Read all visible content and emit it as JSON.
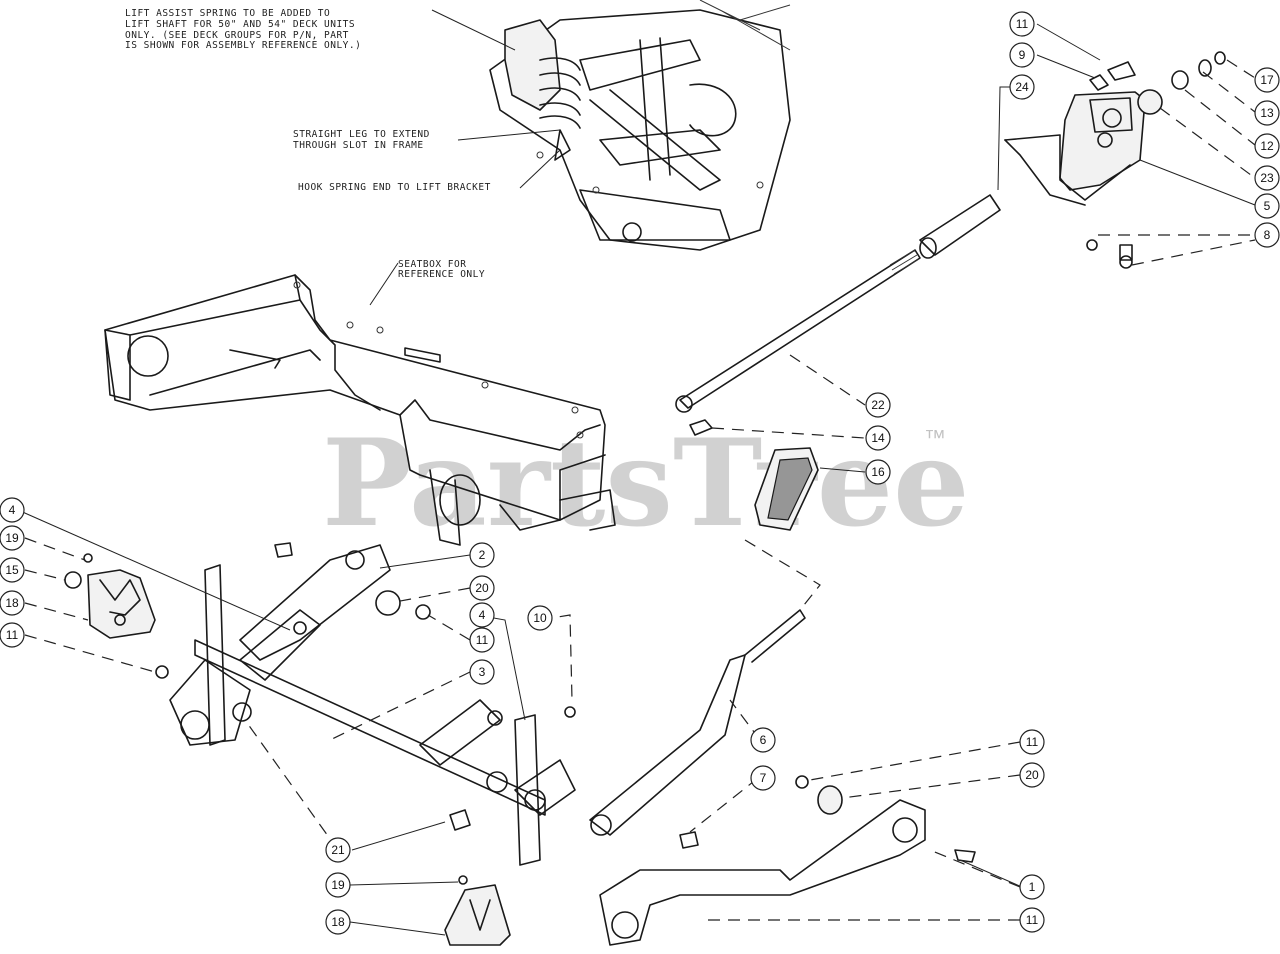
{
  "notes": {
    "lift_assist_line1": "LIFT ASSIST SPRING TO BE ADDED TO",
    "lift_assist_line2": "LIFT SHAFT FOR 50\" AND 54\" DECK UNITS",
    "lift_assist_line3": "ONLY. (SEE DECK GROUPS FOR P/N, PART",
    "lift_assist_line4": "IS SHOWN FOR ASSEMBLY REFERENCE ONLY.)",
    "straight_leg_line1": "STRAIGHT LEG TO EXTEND",
    "straight_leg_line2": "THROUGH SLOT IN FRAME",
    "hook_spring": "HOOK SPRING END TO LIFT BRACKET",
    "seatbox_line1": "SEATBOX FOR",
    "seatbox_line2": "REFERENCE ONLY"
  },
  "watermark": {
    "brand": "PartsTree",
    "trademark": "™"
  },
  "callouts": {
    "c11a": "11",
    "c9": "9",
    "c24": "24",
    "c17": "17",
    "c13": "13",
    "c12": "12",
    "c23": "23",
    "c5": "5",
    "c8": "8",
    "c22": "22",
    "c14": "14",
    "c16": "16",
    "c4a": "4",
    "c19a": "19",
    "c15": "15",
    "c18a": "18",
    "c11b": "11",
    "c2": "2",
    "c20a": "20",
    "c11c": "11",
    "c4b": "4",
    "c10": "10",
    "c3": "3",
    "c6": "6",
    "c7": "7",
    "c11d": "11",
    "c20b": "20",
    "c21": "21",
    "c1": "1",
    "c19b": "19",
    "c18b": "18",
    "c11e": "11"
  }
}
